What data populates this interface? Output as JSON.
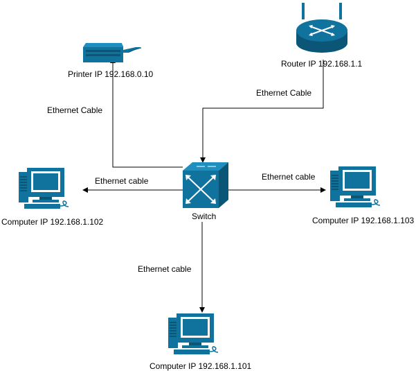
{
  "colors": {
    "device_fill": "#10739E",
    "device_dark": "#0B5577",
    "device_light": "#1E8FBF",
    "screen": "#ffffff",
    "line": "#000000",
    "text": "#000000"
  },
  "nodes": {
    "printer": {
      "icon": "printer-icon",
      "label": "Printer IP 192.168.0.10"
    },
    "router": {
      "icon": "router-icon",
      "label": "Router IP 192.168.1.1"
    },
    "switch": {
      "icon": "switch-icon",
      "label": "Switch"
    },
    "computer_left": {
      "icon": "computer-icon",
      "label": "Computer IP 192.168.1.102"
    },
    "computer_right": {
      "icon": "computer-icon",
      "label": "Computer IP 192.168.1.103"
    },
    "computer_bottom": {
      "icon": "computer-icon",
      "label": "Computer IP 192.168.1.101"
    }
  },
  "edges": {
    "switch_to_printer": {
      "label": "Ethernet Cable"
    },
    "router_to_switch": {
      "label": "Ethernet Cable"
    },
    "switch_to_computer_left": {
      "label": "Ethernet cable"
    },
    "switch_to_computer_right": {
      "label": "Ethernet cable"
    },
    "switch_to_computer_bottom": {
      "label": "Ethernet cable"
    }
  }
}
